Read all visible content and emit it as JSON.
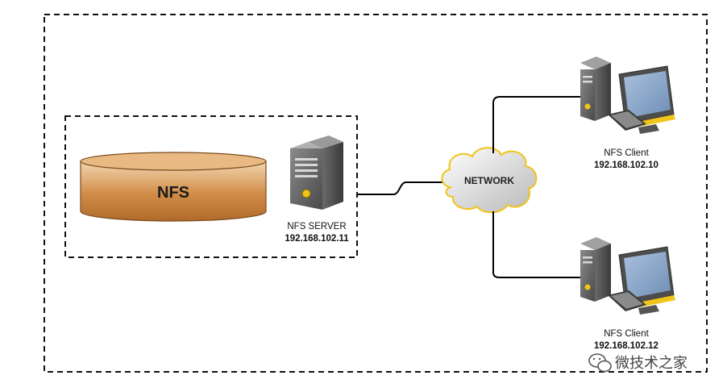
{
  "diagram": {
    "storage": {
      "label": "NFS"
    },
    "server": {
      "name": "NFS SERVER",
      "ip": "192.168.102.11"
    },
    "network": {
      "label": "NETWORK"
    },
    "clients": [
      {
        "name": "NFS Client",
        "ip": "192.168.102.10"
      },
      {
        "name": "NFS Client",
        "ip": "192.168.102.12"
      }
    ]
  },
  "watermark": {
    "text": "微技术之家"
  },
  "colors": {
    "storage_fill": "#c9813f",
    "accent_yellow": "#f0c419",
    "device_gray": "#5a5a5a",
    "screen_blue": "#8aa7c8",
    "line": "#000000"
  }
}
